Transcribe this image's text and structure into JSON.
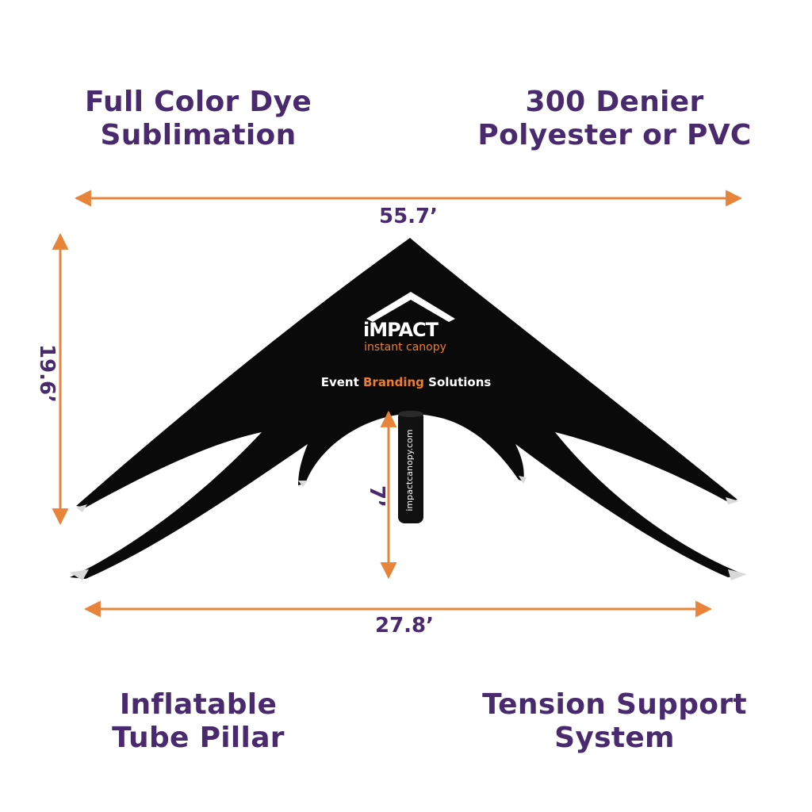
{
  "features": {
    "top_left": [
      "Full Color Dye",
      "Sublimation"
    ],
    "top_right": [
      "300 Denier",
      "Polyester or PVC"
    ],
    "bottom_left": [
      "Inflatable",
      "Tube Pillar"
    ],
    "bottom_right": [
      "Tension Support",
      "System"
    ]
  },
  "dimensions": {
    "width": "55.7’",
    "height": "19.6’",
    "base": "27.8’",
    "pillar": "7’"
  },
  "canopy_print": {
    "logo_brand": "iMPACT",
    "logo_sub": "instant canopy",
    "tagline_pre": "Event ",
    "tagline_highlight": "Branding",
    "tagline_post": " Solutions",
    "pillar_text": "impactcanopy.com"
  },
  "colors": {
    "heading": "#4a2a6e",
    "arrow": "#e8843a",
    "canopy": "#0a0a0a",
    "accent": "#ef7d2b"
  }
}
